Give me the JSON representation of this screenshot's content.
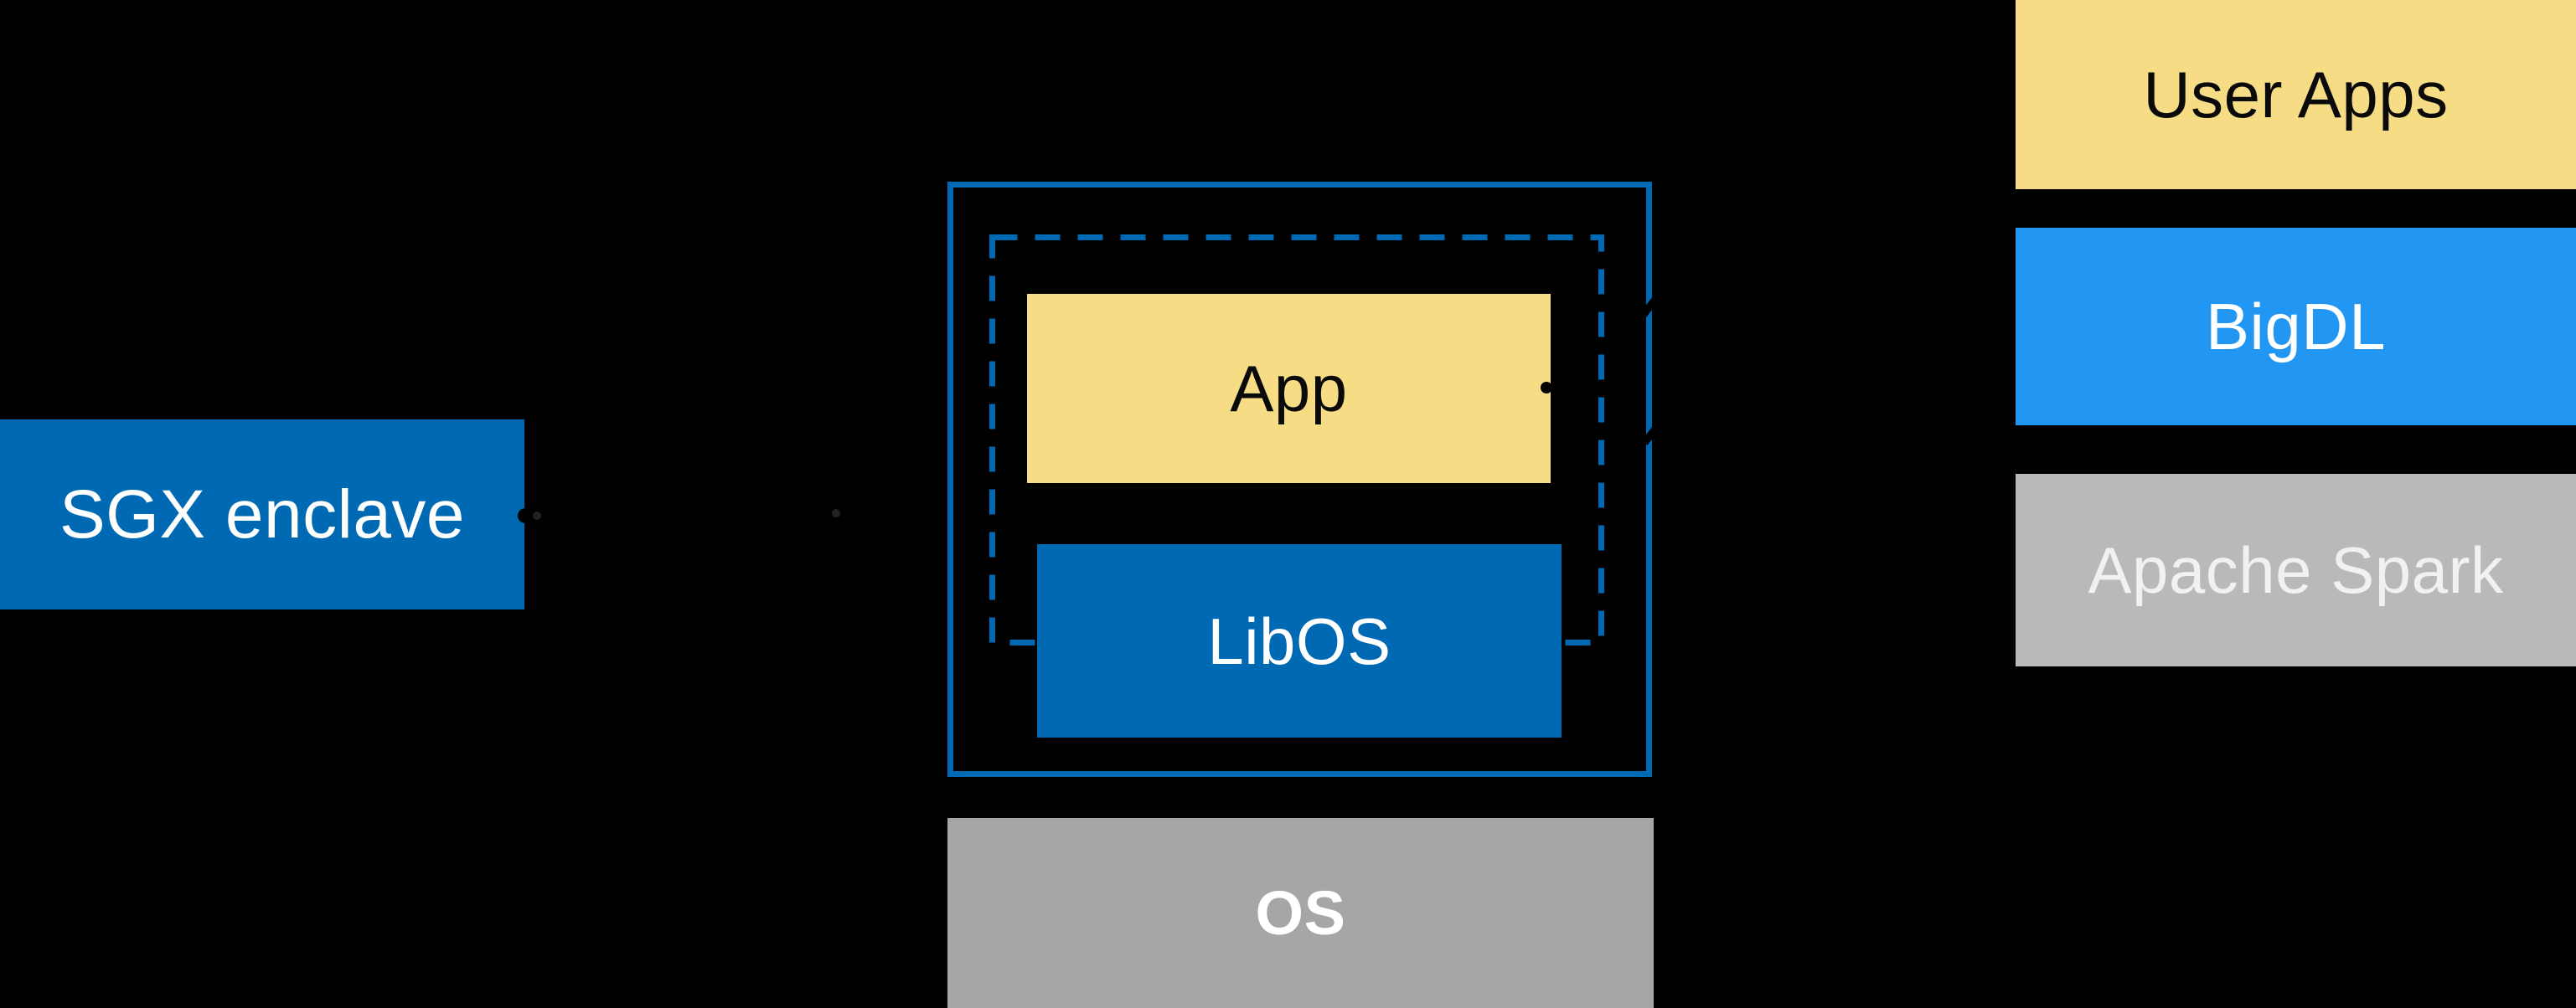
{
  "diagram": {
    "description": "SGX enclave LibOS architecture diagram on black background",
    "background": "#000000",
    "colors": {
      "intel_blue": "#0069B4",
      "bigdl_blue": "#2196F3",
      "app_yellow": "#F5DC85",
      "os_gray": "#A6A6A6",
      "spark_gray": "#B9B9B9",
      "text_dark": "#0A0A0A",
      "text_light": "#FFFFFF",
      "spark_text": "#F1F1F1"
    },
    "sgx_enclave": {
      "label": "SGX enclave"
    },
    "enclave_group": {
      "app": {
        "label": "App"
      },
      "libos": {
        "label": "LibOS"
      }
    },
    "os": {
      "label": "OS"
    },
    "stack": {
      "user_apps": {
        "label": "User Apps"
      },
      "bigdl": {
        "label": "BigDL"
      },
      "apache_spark": {
        "label": "Apache Spark"
      }
    }
  }
}
